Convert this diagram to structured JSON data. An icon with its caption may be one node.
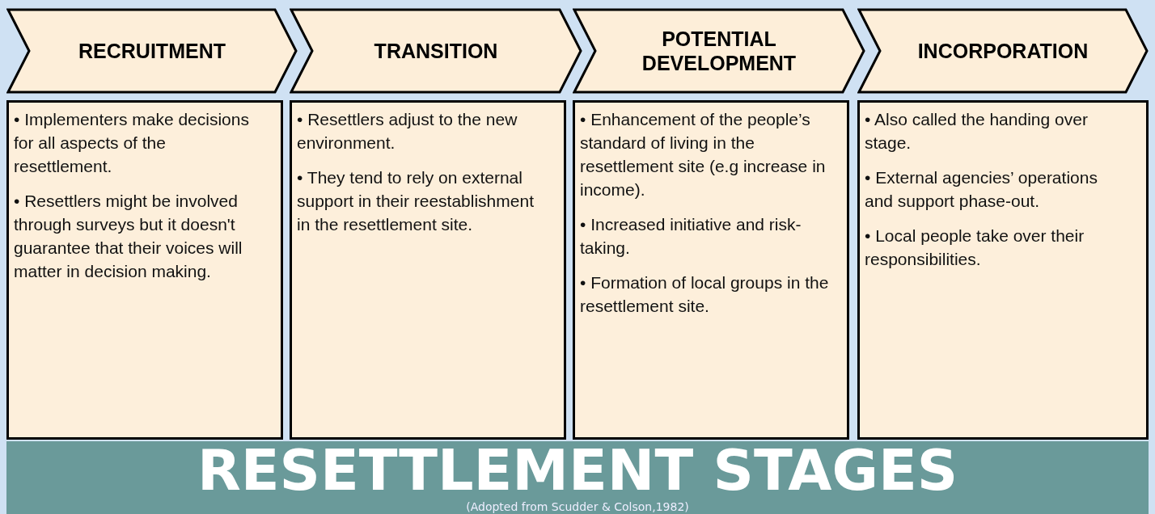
{
  "diagram": {
    "title": "RESETTLEMENT STAGES",
    "caption": "(Adopted from Scudder & Colson,1982)",
    "nodes": [
      {
        "text": [
          "RECRUITMENT"
        ]
      },
      {
        "text": [
          "TRANSITION"
        ]
      },
      {
        "text": [
          "POTENTIAL DEVELOPMENT"
        ]
      },
      {
        "text": [
          "INCORPORATION"
        ]
      },
      {
        "text": [
          "• Implementers make decisions for all aspects of the resettlement.",
          "• Resettlers might be involved through surveys but it doesn't guarantee that their voices will matter in decision making."
        ]
      },
      {
        "text": [
          "• Resettlers adjust to the new environment.",
          "• They tend to rely on external support in their reestablishment in the resettlement site."
        ]
      },
      {
        "text": [
          "• Enhancement of the people’s standard of living in the resettlement site (e.g increase in income).",
          "• Increased initiative and risk-taking.",
          "• Formation of local groups in the resettlement site."
        ]
      },
      {
        "text": [
          "• Also called the handing over stage.",
          "• External agencies’ operations and support phase-out.",
          "• Local people  take over their responsibilities."
        ]
      }
    ]
  }
}
